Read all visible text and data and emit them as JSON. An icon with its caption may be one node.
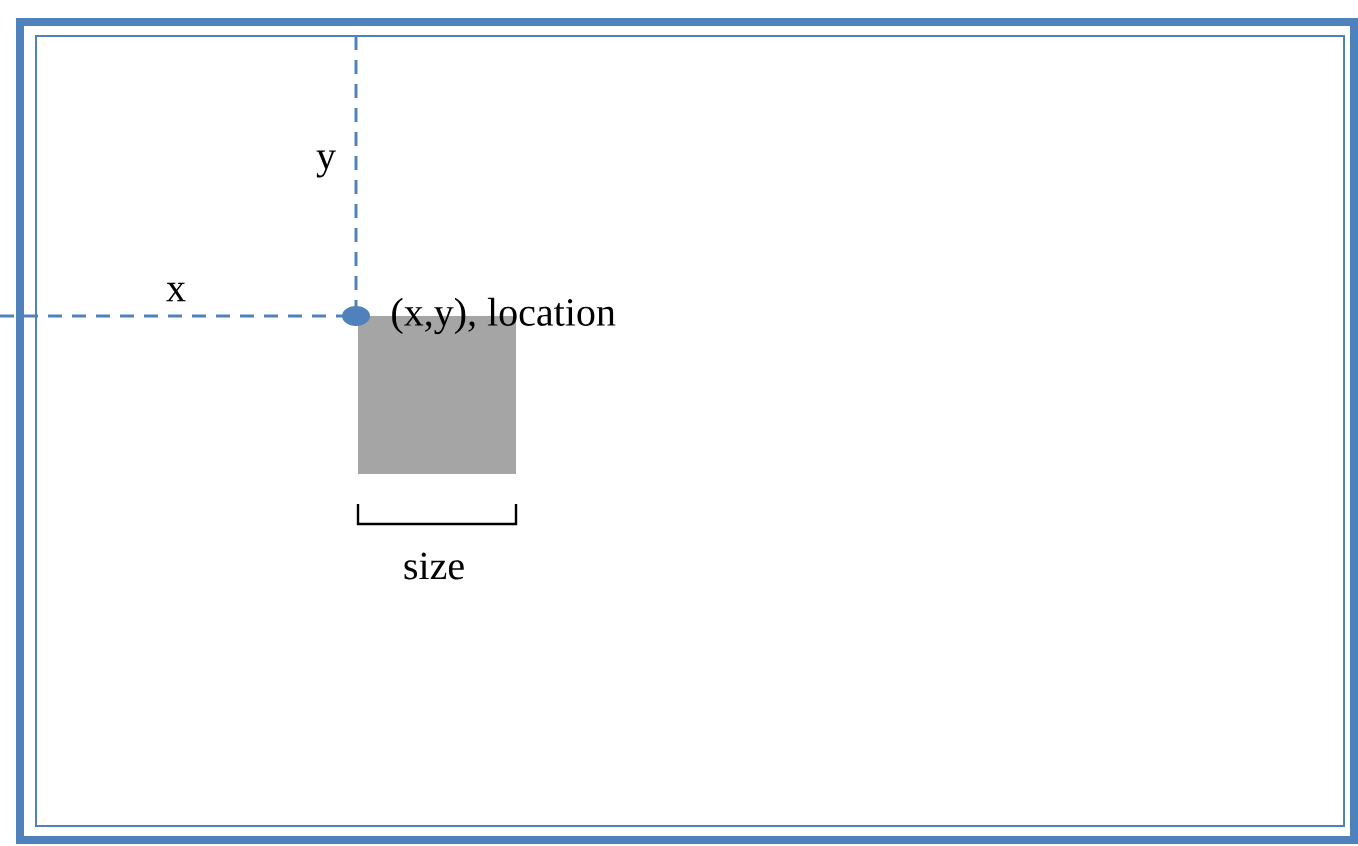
{
  "diagram": {
    "nodes": [
      {
        "text": [],
        "shape": "box"
      }
    ],
    "labels": [
      "y",
      "x",
      "(x,y), location",
      "size"
    ]
  }
}
